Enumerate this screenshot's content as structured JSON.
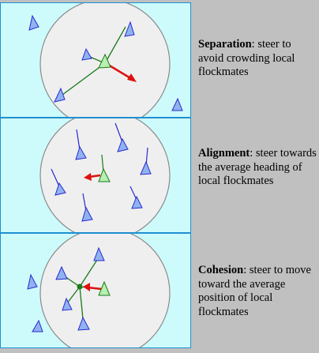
{
  "colors": {
    "background": "#c0c0c0",
    "panel_fill": "#cdfbfb",
    "panel_border": "#1f8fd0",
    "neighborhood_fill": "#efefef",
    "boid_blue": "#8fb3f0",
    "boid_green": "#b7f0b0",
    "heading_blue": "#2a2ad0",
    "link_green": "#1a7a1a",
    "steer_red": "#e01010"
  },
  "rows": [
    {
      "term": "Separation",
      "rest": ": steer to avoid crowding local flockmates",
      "icon": "separation-diagram"
    },
    {
      "term": "Alignment",
      "rest": ": steer towards the average heading of local flockmates",
      "icon": "alignment-diagram"
    },
    {
      "term": "Cohesion",
      "rest": ": steer to move toward the average position of local flockmates",
      "icon": "cohesion-diagram"
    }
  ]
}
